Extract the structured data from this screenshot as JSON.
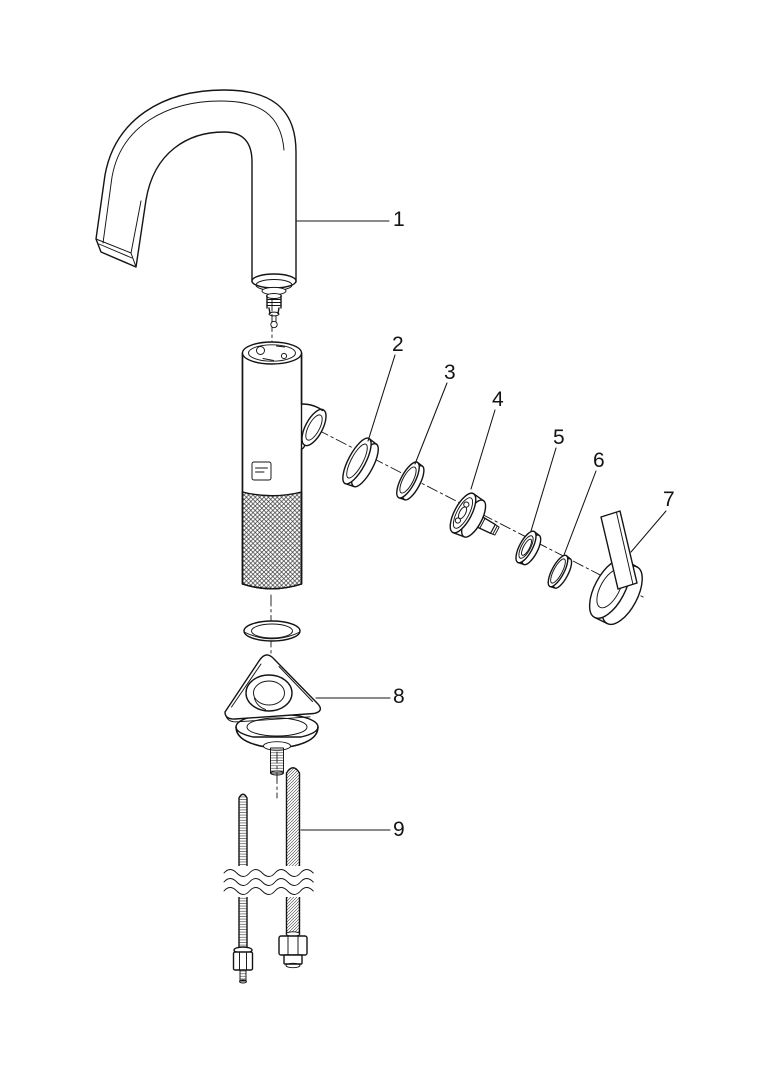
{
  "diagram": {
    "background_color": "#ffffff",
    "line_color": "#141414",
    "callout_labels": [
      "1",
      "2",
      "3",
      "4",
      "5",
      "6",
      "7",
      "8",
      "9"
    ]
  }
}
